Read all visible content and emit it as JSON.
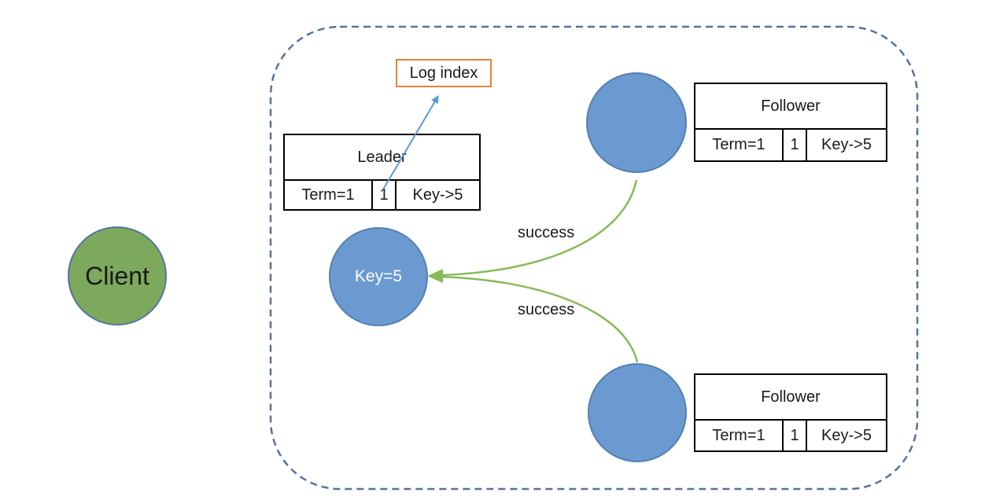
{
  "diagram": {
    "client_node": {
      "label": "Client"
    },
    "log_index_box": {
      "label": "Log index"
    },
    "leader": {
      "table": {
        "title": "Leader",
        "cells": [
          "Term=1",
          "1",
          "Key->5"
        ]
      },
      "state_node": {
        "label": "Key=5"
      }
    },
    "followers": [
      {
        "table": {
          "title": "Follower",
          "cells": [
            "Term=1",
            "1",
            "Key->5"
          ]
        }
      },
      {
        "table": {
          "title": "Follower",
          "cells": [
            "Term=1",
            "1",
            "Key->5"
          ]
        }
      }
    ],
    "edges": {
      "success_labels": [
        "success",
        "success"
      ]
    },
    "colors": {
      "node_blue_fill": "#6b9ad1",
      "node_blue_border": "#5380b4",
      "client_green_fill": "#7da95d",
      "client_green_border": "#55759e",
      "success_edge_green": "#85bb58",
      "log_index_border_orange": "#e8813c",
      "log_index_arrow_blue": "#5b9bd5",
      "cluster_boundary_blue": "#54739e",
      "table_border": "#000000",
      "text": "#1a1a1a"
    }
  }
}
